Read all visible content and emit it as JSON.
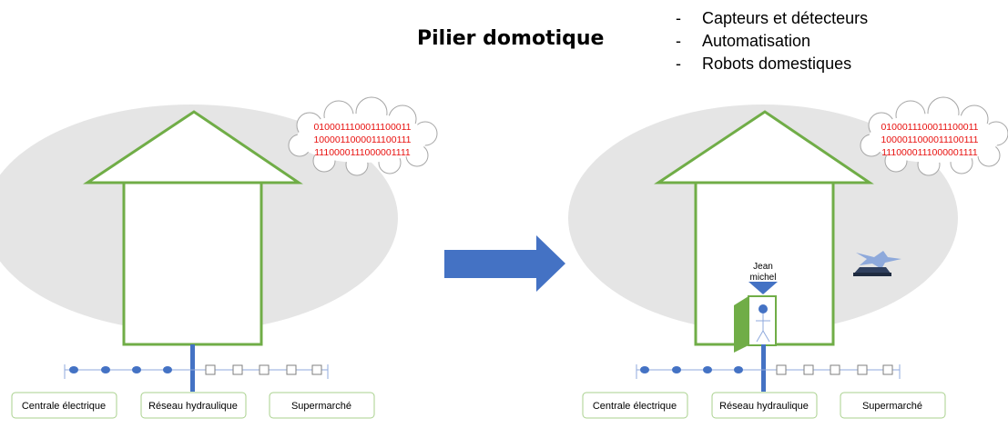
{
  "title": "Pilier domotique",
  "bullets": [
    "Capteurs et détecteurs",
    "Automatisation",
    "Robots domestiques"
  ],
  "bullet_marker": "-",
  "binary_lines": [
    "0100011100011100011",
    "1000011000011100111",
    "1110000111000001111"
  ],
  "binary_lines_right": [
    "0100011100011100011",
    "1000011000011100111",
    "1110000111000001111"
  ],
  "networks": [
    "Centrale électrique",
    "Réseau hydraulique",
    "Supermarché"
  ],
  "person_label_line1": "Jean",
  "person_label_line2": "michel",
  "colors": {
    "house_outline": "#70ad47",
    "ellipse": "#e5e5e5",
    "arrow": "#4472c4",
    "pipe": "#4472c4",
    "binary_text": "#e8100e",
    "network_box_border": "#a9d18e",
    "door": "#70ad47"
  }
}
